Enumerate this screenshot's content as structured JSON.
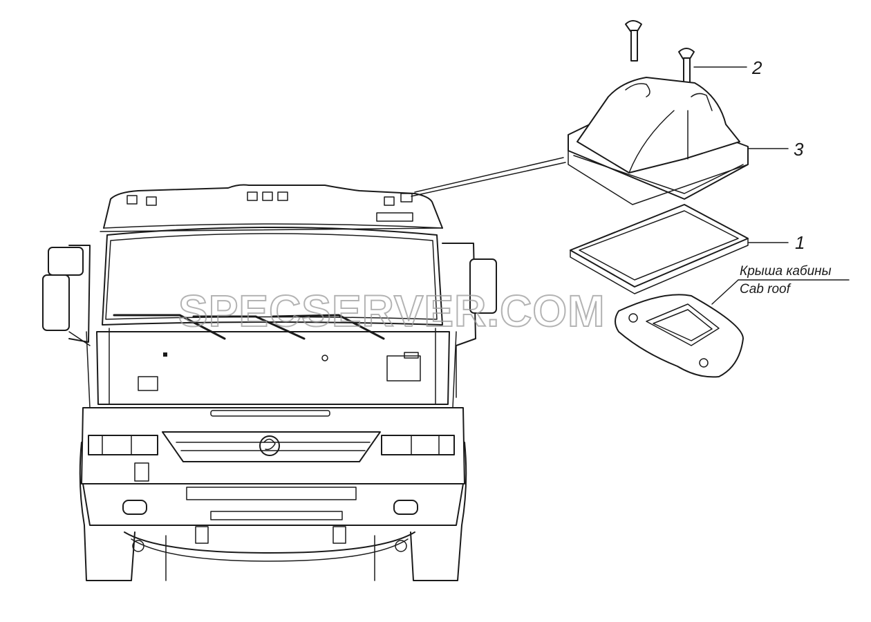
{
  "callouts": [
    {
      "id": "1",
      "label": "1"
    },
    {
      "id": "2",
      "label": "2"
    },
    {
      "id": "3",
      "label": "3"
    }
  ],
  "cab_roof": {
    "label_ru": "Крыша кабины",
    "label_en": "Cab roof"
  },
  "watermark": "SPECSERVER.COM"
}
